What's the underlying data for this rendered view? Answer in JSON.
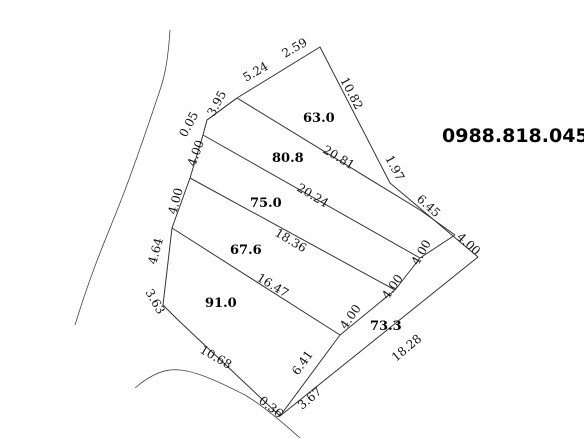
{
  "phone": "0988.818.045",
  "areas": {
    "lot_1": "63.0",
    "lot_2": "80.8",
    "lot_3": "75.0",
    "lot_4": "67.6",
    "lot_5": "91.0",
    "lot_6": "73.3"
  },
  "dimensions": {
    "top_left": "5.24",
    "top_right": "2.59",
    "right_upper": "10.82",
    "right_mid": "1.97",
    "right_lower": "6.45",
    "corner_right": "4.00",
    "bottom_long": "18.28",
    "bottom_short": "3.67",
    "bottom_tip": "0.36",
    "bottom_left": "10.68",
    "left_lowest": "3.63",
    "left_low": "4.64",
    "left_mid": "4.00",
    "left_upper": "4.00",
    "left_top_a": "3.95",
    "left_top_b": "0.05",
    "div_1": "20.81",
    "div_2": "20.24",
    "div_3": "18.36",
    "div_4": "16.47",
    "inner_1": "4.00",
    "inner_2": "4.00",
    "inner_3": "4.00",
    "inner_4": "6.41"
  }
}
